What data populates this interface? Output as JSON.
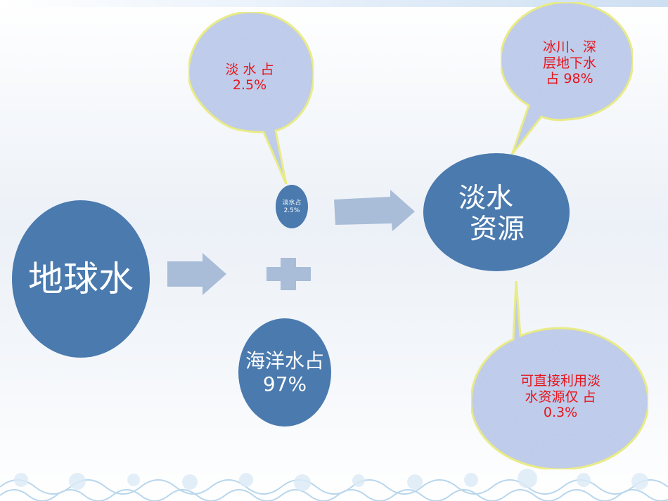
{
  "diagram": {
    "earth_water": "地球水",
    "ocean_water": {
      "line1": "海洋水占",
      "line2": "97%"
    },
    "fresh_water_small": {
      "line1": "淡水占",
      "line2": "2.5%"
    },
    "fresh_water_resource": {
      "line1": "淡水",
      "line2": "资源"
    },
    "callout_freshwater": {
      "line1": "淡 水 占",
      "line2": "2.5%"
    },
    "callout_glacier": {
      "line1": "冰川、深",
      "line2": "层地下水",
      "line3": "占 98%"
    },
    "callout_usable": {
      "line1": "可直接利用淡",
      "line2": "水资源仅 占",
      "line3": "0.3%"
    }
  },
  "colors": {
    "circle_fill": "#4a7aae",
    "arrow_fill": "#a9bcd8",
    "callout_border": "#f2f20a",
    "callout_fill": "#b9c8e6",
    "callout_text": "#e8141a"
  }
}
